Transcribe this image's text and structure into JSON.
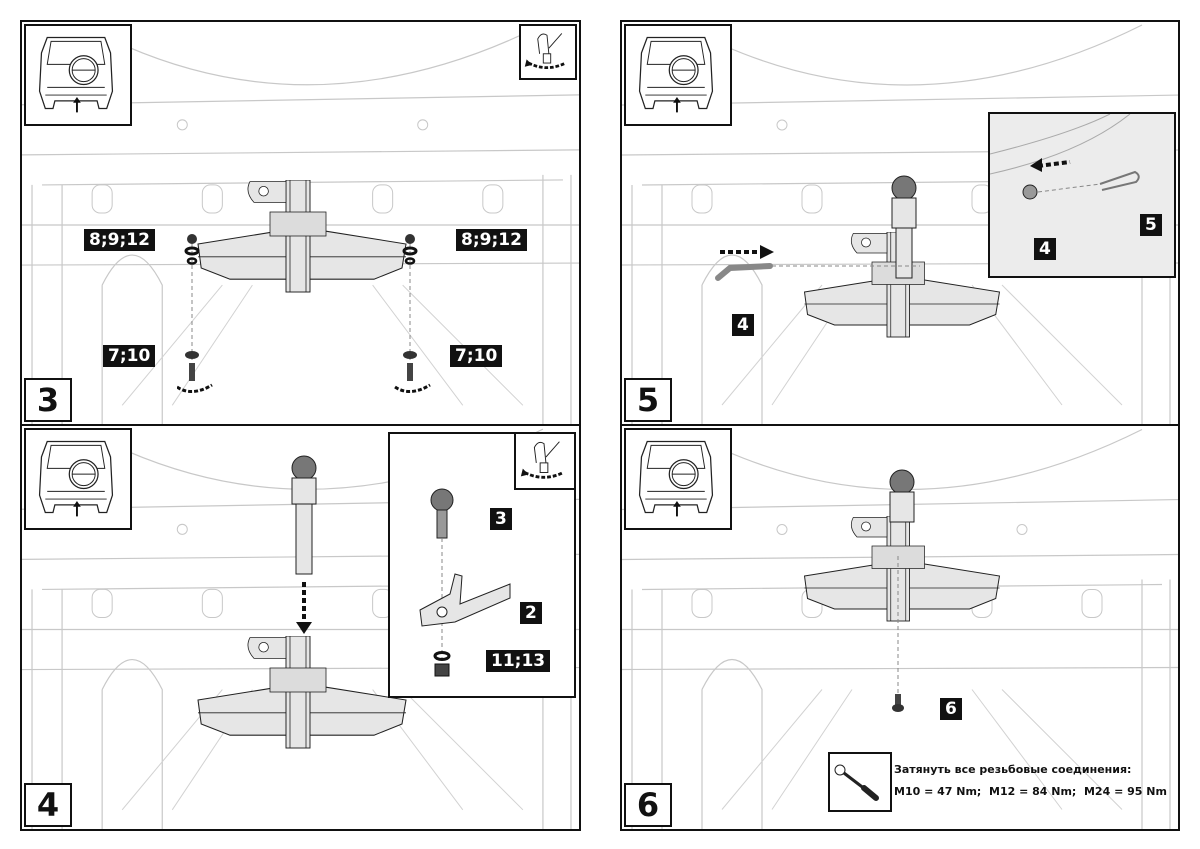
{
  "document": {
    "type": "tow-hitch installation instructions",
    "colors": {
      "line": "#111111",
      "part_fill": "#e6e6e6",
      "vehicle_line": "#bdbdbd",
      "label_bg": "#111111",
      "label_text": "#ffffff"
    }
  },
  "panels": [
    {
      "step": "3",
      "labels": [
        "8;9;12",
        "8;9;12",
        "7;10",
        "7;10"
      ],
      "icons": [
        "vehicle-rear-view-icon",
        "hand-tighten-icon"
      ]
    },
    {
      "step": "4",
      "labels": [
        "3",
        "2",
        "11;13"
      ],
      "icons": [
        "vehicle-rear-view-icon",
        "hand-tighten-icon"
      ]
    },
    {
      "step": "5",
      "labels": [
        "4",
        "4",
        "5"
      ],
      "icons": [
        "vehicle-rear-view-icon"
      ]
    },
    {
      "step": "6",
      "labels": [
        "6"
      ],
      "icons": [
        "vehicle-rear-view-icon",
        "torque-wrench-icon"
      ],
      "torque_note": {
        "line1": "Затянуть все резьбовые соединения:",
        "line2": "M10 = 47 Nm;  M12 = 84 Nm;  M24 = 95 Nm"
      }
    }
  ]
}
